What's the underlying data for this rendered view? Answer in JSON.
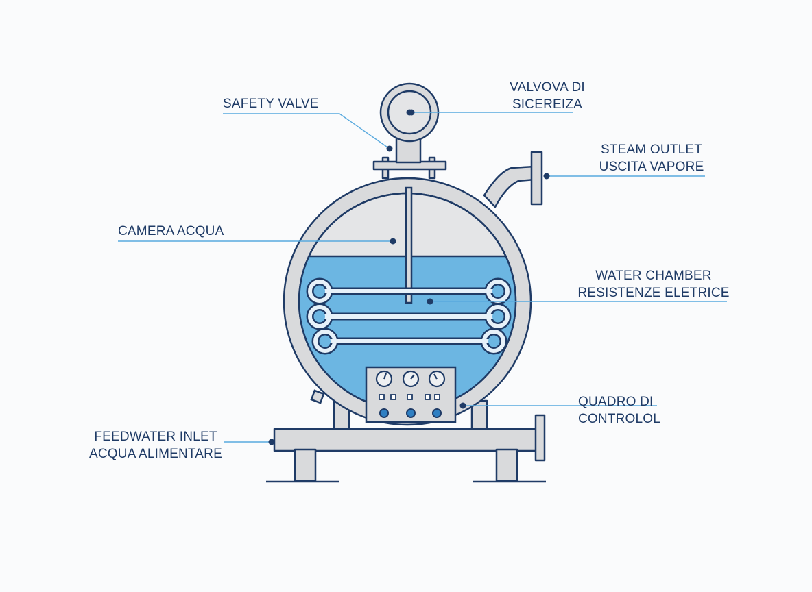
{
  "colors": {
    "outline": "#1f3b66",
    "steel": "#d9dadc",
    "water": "#6cb6e2",
    "leader": "#58a9de",
    "background": "#fafbfc"
  },
  "labels": {
    "safety_valve": {
      "lines": [
        "SAFETY VALVE"
      ]
    },
    "valvola_sicurezza": {
      "lines": [
        "VALVOVA DI",
        "SICEREIZA"
      ]
    },
    "steam_outlet": {
      "lines": [
        "STEAM OUTLET",
        "USCITA VAPORE"
      ]
    },
    "camera_acqua": {
      "lines": [
        "CAMERA ACQUA"
      ]
    },
    "water_chamber": {
      "lines": [
        "WATER CHAMBER",
        "RESISTENZE ELETRICE"
      ]
    },
    "quadro_controllo": {
      "lines": [
        "QUADRO DI",
        "CONTROLOL"
      ]
    },
    "feedwater_inlet": {
      "lines": [
        "FEEDWATER INLET",
        "ACQUA ALIMENTARE"
      ]
    }
  },
  "icons": {
    "pressure_gauge": "pressure-gauge-icon",
    "control_dial": "dial-gauge-icon",
    "control_knob": "knob-icon",
    "heating_element": "heating-coil-icon"
  }
}
